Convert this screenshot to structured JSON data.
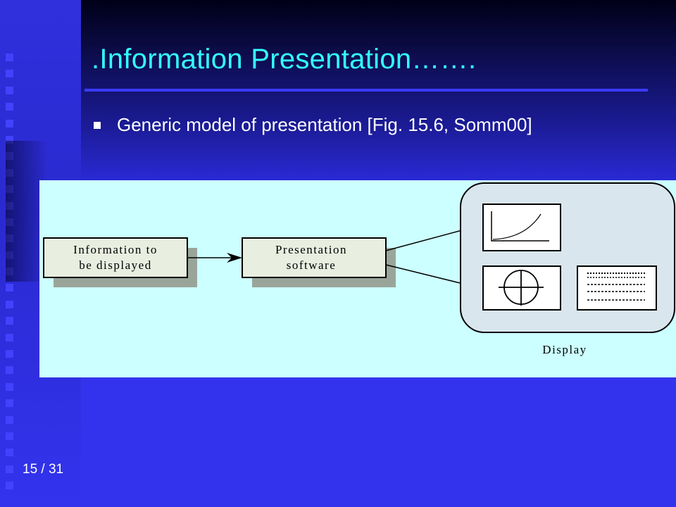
{
  "slide": {
    "title": ".Information Presentation…….",
    "bullet": "Generic model of presentation [Fig. 15.6, Somm00]",
    "page_number": "15 / 31"
  },
  "diagram": {
    "box_info_line1": "Information to",
    "box_info_line2": "be displayed",
    "box_presentation_line1": "Presentation",
    "box_presentation_line2": "software",
    "display_label": "Display"
  },
  "colors": {
    "background": "#3333ee",
    "title": "#33ffff",
    "figure_background": "#ccffff",
    "display_panel": "#d9e6ee",
    "box_fill": "#e8eee0"
  }
}
